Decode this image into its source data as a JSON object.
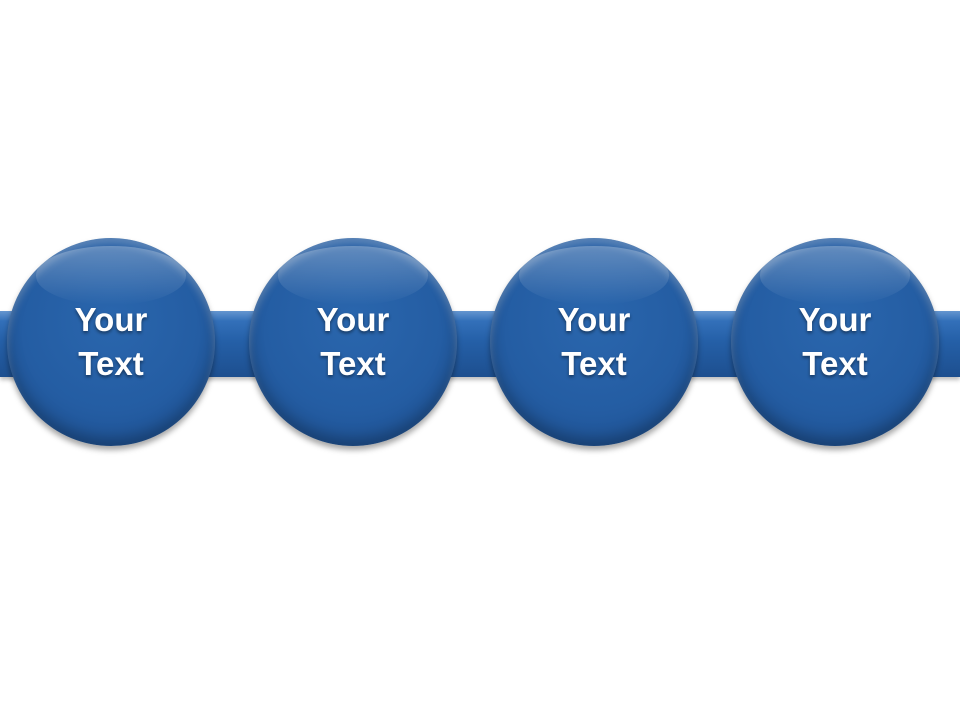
{
  "diagram": {
    "nodes": [
      {
        "line1": "Your",
        "line2": "Text"
      },
      {
        "line1": "Your",
        "line2": "Text"
      },
      {
        "line1": "Your",
        "line2": "Text"
      },
      {
        "line1": "Your",
        "line2": "Text"
      }
    ],
    "colors": {
      "node_fill": "#245da3",
      "band_fill": "#2560a8",
      "label_text": "#ffffff",
      "background": "#ffffff"
    }
  }
}
